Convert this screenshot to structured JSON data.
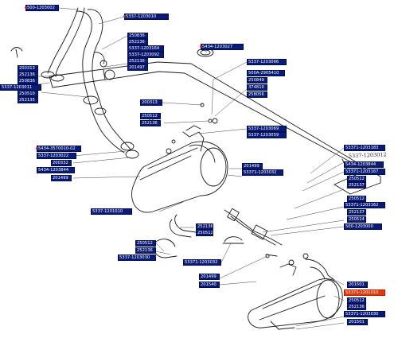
{
  "diagram": {
    "accent_color": "#0a1a78",
    "highlight_color": "#e23a0c",
    "stamp_text": "5337-1203012"
  },
  "labels": [
    {
      "id": "l1",
      "text": "500-1203002",
      "dot": true
    },
    {
      "id": "l2",
      "text": "5337-1203010",
      "dot": true
    },
    {
      "id": "l3",
      "text": "250836"
    },
    {
      "id": "l4",
      "text": "252136"
    },
    {
      "id": "l5",
      "text": "5337-1203164"
    },
    {
      "id": "l6",
      "text": "5337-1203092"
    },
    {
      "id": "l7",
      "text": "252136"
    },
    {
      "id": "l8",
      "text": "201497"
    },
    {
      "id": "l9",
      "text": "5434-1203027",
      "dot": true
    },
    {
      "id": "l10",
      "text": "200313"
    },
    {
      "id": "l11",
      "text": "252136"
    },
    {
      "id": "l12",
      "text": "250836"
    },
    {
      "id": "l13",
      "text": "5337-1203011"
    },
    {
      "id": "l14",
      "text": "250510"
    },
    {
      "id": "l15",
      "text": "252135"
    },
    {
      "id": "l16",
      "text": "5337-1203066"
    },
    {
      "id": "l17",
      "text": "500А-2905410"
    },
    {
      "id": "l18",
      "text": "250849"
    },
    {
      "id": "l19",
      "text": "374810"
    },
    {
      "id": "l20",
      "text": "258056"
    },
    {
      "id": "l21",
      "text": "200313"
    },
    {
      "id": "l22",
      "text": "250512"
    },
    {
      "id": "l23",
      "text": "252136"
    },
    {
      "id": "l24",
      "text": "5337-1203069"
    },
    {
      "id": "l25",
      "text": "5337-1203059"
    },
    {
      "id": "l26",
      "text": "5434-3570010-02",
      "dot": true
    },
    {
      "id": "l27",
      "text": "5337-1203022"
    },
    {
      "id": "l28",
      "text": "200332"
    },
    {
      "id": "l29",
      "text": "5434-1203844"
    },
    {
      "id": "l30",
      "text": "201499"
    },
    {
      "id": "l31",
      "text": "201499"
    },
    {
      "id": "l32",
      "text": "53371-1203032"
    },
    {
      "id": "l33",
      "text": "53371-1203183"
    },
    {
      "id": "l34",
      "text": "5434-1203844"
    },
    {
      "id": "l35",
      "text": "53371-1203167"
    },
    {
      "id": "l36",
      "text": "250512"
    },
    {
      "id": "l37",
      "text": "252137"
    },
    {
      "id": "l38",
      "text": "5337-1201010"
    },
    {
      "id": "l39",
      "text": "250512"
    },
    {
      "id": "l40",
      "text": "53371-1203162"
    },
    {
      "id": "l41",
      "text": "252137"
    },
    {
      "id": "l42",
      "text": "250514"
    },
    {
      "id": "l43",
      "text": "500-1203000"
    },
    {
      "id": "l44",
      "text": "252136"
    },
    {
      "id": "l45",
      "text": "250512"
    },
    {
      "id": "l46",
      "text": "250512"
    },
    {
      "id": "l47",
      "text": "252136"
    },
    {
      "id": "l48",
      "text": "5337-1203030"
    },
    {
      "id": "l49",
      "text": "53371-1203032"
    },
    {
      "id": "l50",
      "text": "201499"
    },
    {
      "id": "l51",
      "text": "201540"
    },
    {
      "id": "l52",
      "text": "201501"
    },
    {
      "id": "l53",
      "text": "53371-1201010",
      "highlight": true
    },
    {
      "id": "l54",
      "text": "250512"
    },
    {
      "id": "l55",
      "text": "252136"
    },
    {
      "id": "l56",
      "text": "53371-1203030"
    },
    {
      "id": "l57",
      "text": "201501"
    }
  ]
}
